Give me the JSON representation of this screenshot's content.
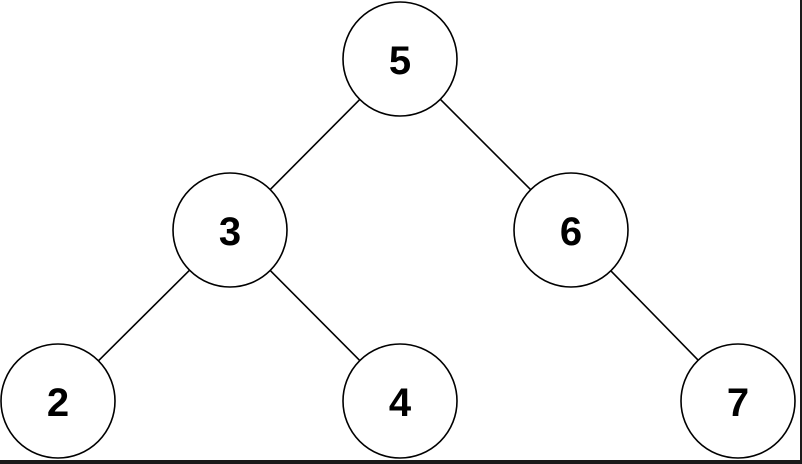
{
  "diagram": {
    "nodes": [
      {
        "id": "n5",
        "label": "5"
      },
      {
        "id": "n3",
        "label": "3"
      },
      {
        "id": "n6",
        "label": "6"
      },
      {
        "id": "n2",
        "label": "2"
      },
      {
        "id": "n4",
        "label": "4"
      },
      {
        "id": "n7",
        "label": "7"
      }
    ],
    "edges": [
      {
        "from": "n5",
        "to": "n3"
      },
      {
        "from": "n5",
        "to": "n6"
      },
      {
        "from": "n3",
        "to": "n2"
      },
      {
        "from": "n3",
        "to": "n4"
      },
      {
        "from": "n6",
        "to": "n7"
      }
    ],
    "colors": {
      "stroke": "#000000",
      "fill": "#ffffff",
      "text": "#000000"
    }
  }
}
